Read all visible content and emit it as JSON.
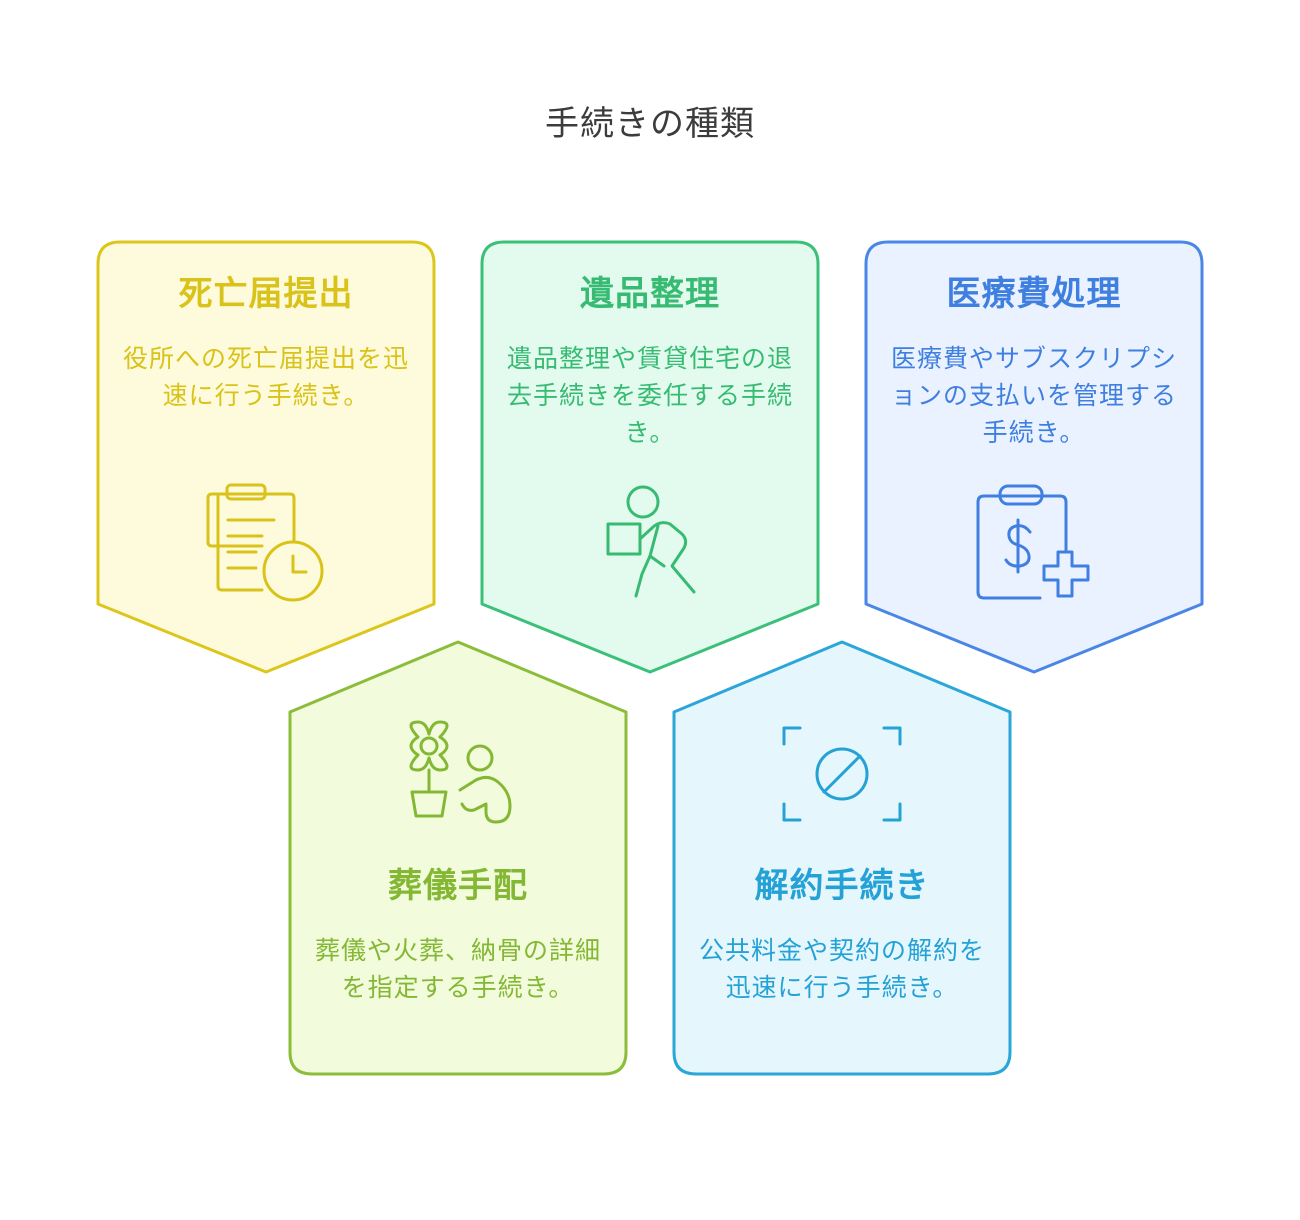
{
  "title": "手続きの種類",
  "cards": [
    {
      "id": "death-notice",
      "title": "死亡届提出",
      "description": "役所への死亡届提出を迅速に行う手続き。",
      "icon": "clipboard-clock-icon",
      "color": "#d9c21a",
      "fill": "#fefbdc"
    },
    {
      "id": "estate-cleanup",
      "title": "遺品整理",
      "description": "遺品整理や賃貸住宅の退去手続きを委任する手続き。",
      "icon": "person-carrying-box-icon",
      "color": "#37bb72",
      "fill": "#e2fbee"
    },
    {
      "id": "medical-bills",
      "title": "医療費処理",
      "description": "医療費やサブスクリプションの支払いを管理する手続き。",
      "icon": "medical-billing-clipboard-icon",
      "color": "#3f7fe0",
      "fill": "#ebf2ff"
    },
    {
      "id": "funeral-arrangement",
      "title": "葬儀手配",
      "description": "葬儀や火葬、納骨の詳細を指定する手続き。",
      "icon": "flower-pot-person-icon",
      "color": "#84b834",
      "fill": "#f2fbdc"
    },
    {
      "id": "contract-cancellation",
      "title": "解約手続き",
      "description": "公共料金や契約の解約を迅速に行う手続き。",
      "icon": "prohibited-frame-icon",
      "color": "#24a2d6",
      "fill": "#e6f6fd"
    }
  ]
}
